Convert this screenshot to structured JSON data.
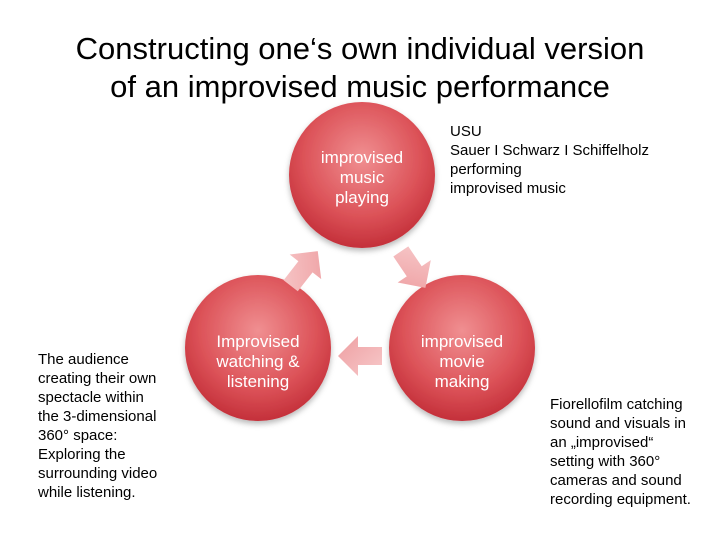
{
  "slide": {
    "title_lines": [
      "Constructing one‘s own individual version",
      "of an improvised music performance"
    ]
  },
  "cycle": {
    "nodes": [
      {
        "id": "top",
        "lines": [
          "improvised",
          "music",
          "playing"
        ]
      },
      {
        "id": "right",
        "lines": [
          "improvised",
          "movie",
          "making"
        ]
      },
      {
        "id": "left",
        "lines": [
          "Improvised",
          "watching &",
          "listening"
        ]
      }
    ],
    "colors": {
      "node_light": "#f08f91",
      "node_mid": "#dc5258",
      "node_dark": "#c4303a",
      "arrow_light": "#f7c9ca",
      "arrow_dark": "#ee9ea1"
    }
  },
  "notes": {
    "top_right": [
      "USU",
      "Sauer I Schwarz I Schiffelholz",
      "performing",
      "improvised music"
    ],
    "left": [
      "The audience",
      "creating their own",
      "spectacle within",
      "the 3-dimensional",
      "360° space:",
      "Exploring the",
      "surrounding video",
      "while listening."
    ],
    "bottom_right": [
      "Fiorellofilm catching",
      "sound and visuals in",
      "an „improvised“",
      "setting with 360°",
      "cameras and sound",
      "recording equipment."
    ]
  }
}
